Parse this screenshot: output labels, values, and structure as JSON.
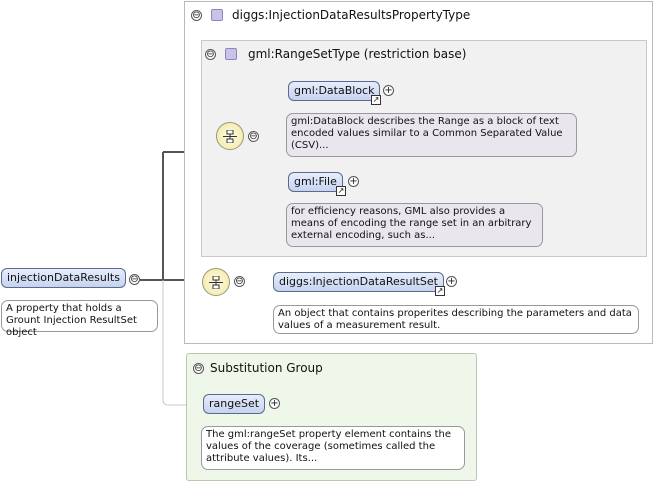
{
  "outer_box": {
    "title": "diggs:InjectionDataResultsPropertyType"
  },
  "inner_box": {
    "title": "gml:RangeSetType (restriction base)"
  },
  "nodes": {
    "root": {
      "label": "injectionDataResults",
      "description": "A property that holds a Grount Injection ResultSet object"
    },
    "data_block": {
      "label": "gml:DataBlock",
      "description": "gml:DataBlock describes the Range as a block of text encoded values similar to a Common Separated Value (CSV)..."
    },
    "file": {
      "label": "gml:File",
      "description": "for efficiency reasons, GML also provides a means of encoding the range set in an arbitrary external encoding, such as..."
    },
    "result_set": {
      "label": "diggs:InjectionDataResultSet",
      "description": "An object that contains properites describing the parameters and data values of a measurement result."
    },
    "range_set": {
      "label": "rangeSet",
      "description": "The gml:rangeSet property element contains the values of the coverage (sometimes called the attribute values). Its..."
    }
  },
  "substitution_group": {
    "title": "Substitution Group"
  },
  "symbols": {
    "collapse": "⊖",
    "expand": "+",
    "link": "↗"
  }
}
